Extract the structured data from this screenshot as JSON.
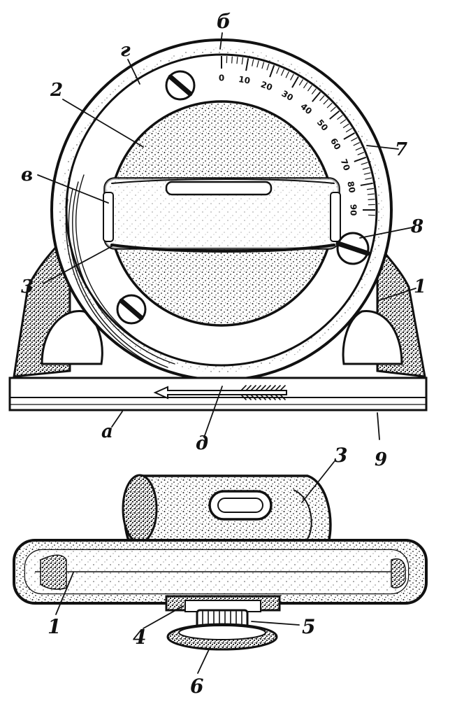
{
  "diagram": {
    "top_view": {
      "scale_labels": [
        "0",
        "10",
        "20",
        "30",
        "40",
        "50",
        "60",
        "70",
        "80",
        "90"
      ],
      "callouts": {
        "g": "г",
        "b": "б",
        "two": "2",
        "v": "в",
        "seven": "7",
        "eight": "8",
        "three": "3",
        "one": "1",
        "a": "а",
        "d": "д",
        "ninth": "9"
      }
    },
    "bottom_view": {
      "callouts": {
        "three": "3",
        "one": "1",
        "four": "4",
        "five": "5",
        "six": "6"
      }
    },
    "colors": {
      "ink": "#111111",
      "paper": "#ffffff",
      "stipple": "#222222"
    }
  }
}
